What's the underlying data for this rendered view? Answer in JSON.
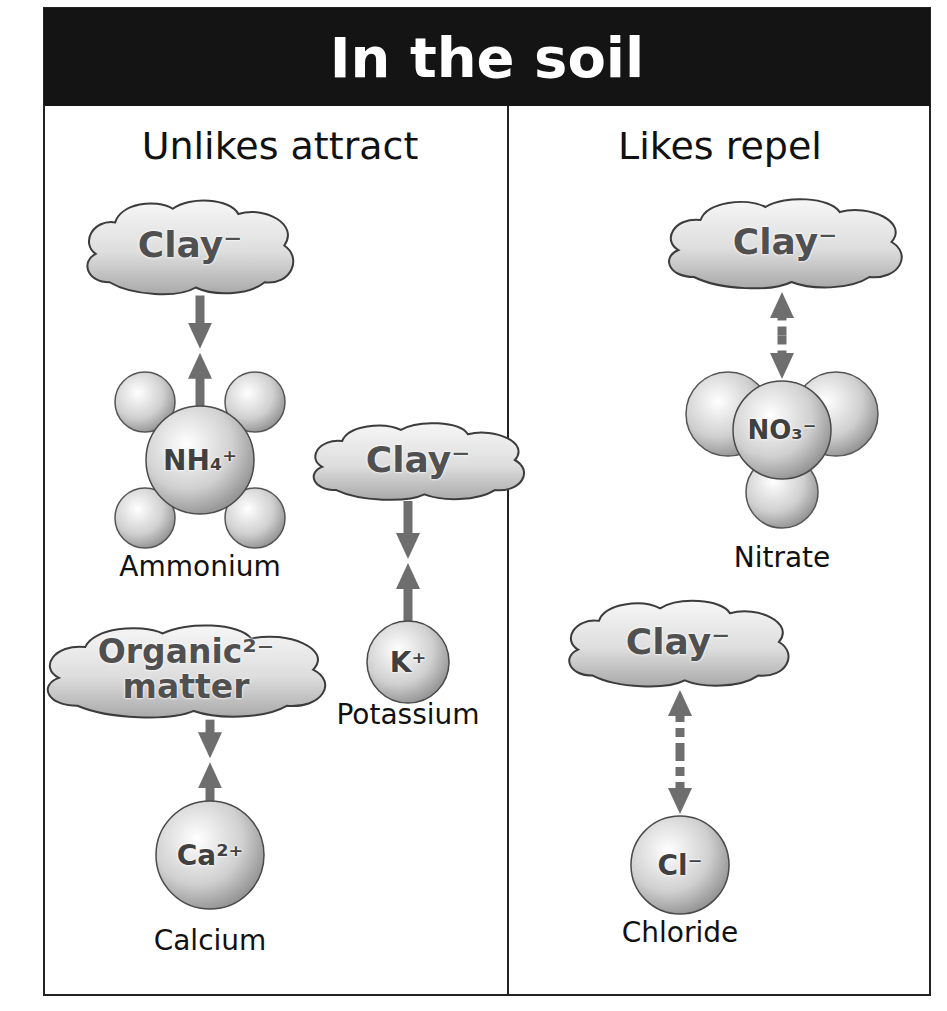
{
  "diagram": {
    "title": "In the soil",
    "nodes": [
      {
        "text": [
          "Clay⁻"
        ]
      },
      {
        "text": [
          "NH₄⁺",
          "Ammonium"
        ]
      },
      {
        "text": [
          "Clay⁻"
        ]
      },
      {
        "text": [
          "K⁺",
          "Potassium"
        ]
      },
      {
        "text": [
          "Organic²⁻ matter"
        ]
      },
      {
        "text": [
          "Ca²⁺",
          "Calcium"
        ]
      },
      {
        "text": [
          "Clay⁻"
        ]
      },
      {
        "text": [
          "NO₃⁻",
          "Nitrate"
        ]
      },
      {
        "text": [
          "Clay⁻"
        ]
      },
      {
        "text": [
          "Cl⁻",
          "Chloride"
        ]
      }
    ],
    "edges": [
      {
        "from": 0,
        "to": 1,
        "arrow": "both"
      },
      {
        "from": 2,
        "to": 3,
        "arrow": "both"
      },
      {
        "from": 4,
        "to": 5,
        "arrow": "both"
      },
      {
        "from": 6,
        "to": 7,
        "arrow": "both"
      },
      {
        "from": 8,
        "to": 9,
        "arrow": "both"
      }
    ],
    "labels": [
      "Unlikes attract",
      "Likes repel"
    ]
  }
}
